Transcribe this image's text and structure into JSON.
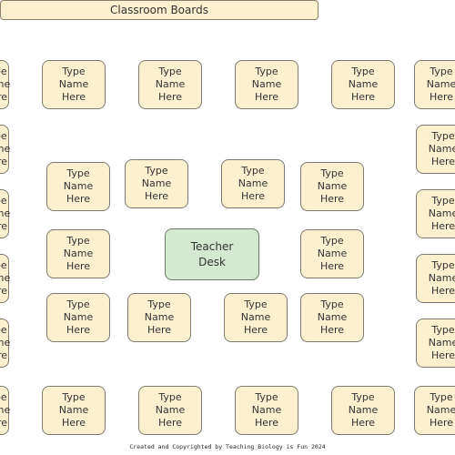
{
  "board": {
    "label": "Classroom Boards"
  },
  "seat_label": "Type\nName\nHere",
  "teacher_desk": {
    "label": "Teacher\nDesk"
  },
  "footer": {
    "text": "Created and Copyrighted by Teaching Biology is Fun 2024"
  }
}
